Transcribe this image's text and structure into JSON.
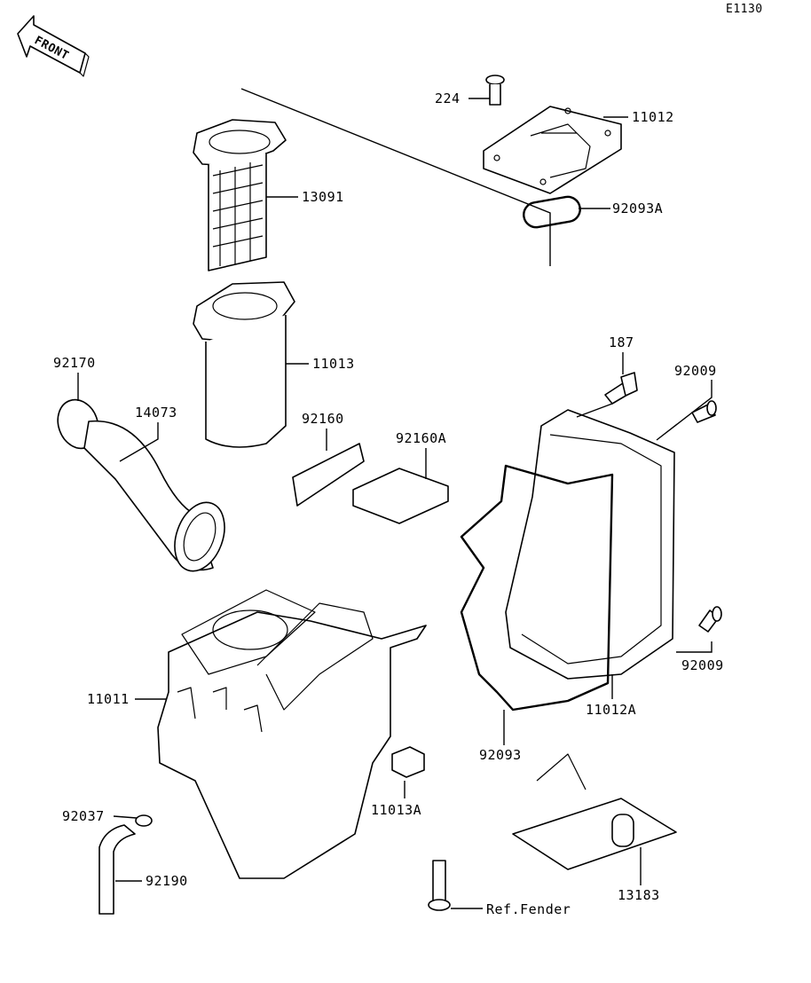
{
  "diagram_code": "E1130",
  "front_badge": "FRONT",
  "labels": {
    "p224": "224",
    "p11012": "11012",
    "p92093A": "92093A",
    "p13091": "13091",
    "p11013": "11013",
    "p92170": "92170",
    "p14073": "14073",
    "p92160": "92160",
    "p92160A": "92160A",
    "p187": "187",
    "p92009a": "92009",
    "p92009b": "92009",
    "p11011": "11011",
    "p11012A": "11012A",
    "p92093": "92093",
    "p11013A": "11013A",
    "p92037": "92037",
    "p92190": "92190",
    "p13183": "13183",
    "ref_fender": "Ref.Fender"
  }
}
